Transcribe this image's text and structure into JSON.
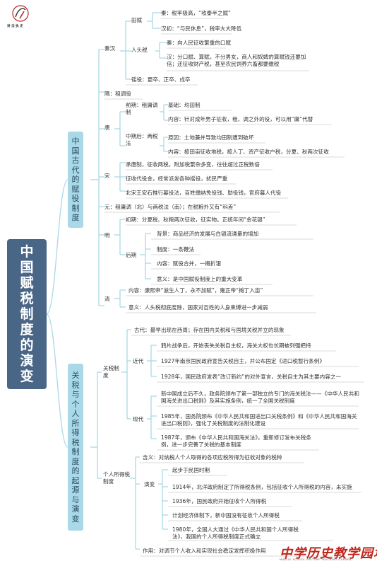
{
  "logo": {
    "caption": "讲 法 执 史"
  },
  "root": "中国赋税制度的演变",
  "branch1": "中国古代的赋役制度",
  "branch2": "关税与个人所得税制度的起源与演变",
  "qinhan": {
    "label": "秦汉",
    "tianfu": "田赋",
    "tianfu_qin": "秦：税率极高，“收泰半之赋”",
    "tianfu_han": "汉初：“与民休息”，税率大大降低",
    "rentou": "人头税",
    "rentou_qin": "秦：向人民征收繁重的口赋",
    "rentou_han": "汉：分口赋、算赋，不分男女，商人和奴婢的算赋钱还要加倍；还征收财产税，甚至农民饲养六畜都要缴税",
    "yaoyi": "徭役：更卒、正卒、戍卒"
  },
  "sui": "隋：租调役",
  "tang": {
    "label": "唐",
    "early": "前期：租庸调制",
    "early_basis": "基础：均田制",
    "early_content": "内容：针对成年男子征收，租、调之外的役，可以用“庸”代替",
    "late": "中期后：两税法",
    "late_reason": "原因：土地兼并导致均田制遭到破坏",
    "late_content": "内容：按田亩征收地税，按人丁、资产征收户税，分夏、秋两次征收"
  },
  "song": {
    "label": "宋",
    "item1": "承唐制，征收两税，附加税繁杂多变，往往超过正税数倍",
    "item2": "征收代役金，经常派发各种摇役，扰民严重",
    "item3": "北宋王安石推行募役法，百姓缴纳免役钱、助役钱，官府募人代役"
  },
  "yuan": "元：租庸调（北）与两税法（南）；在税粮外又有“科差”",
  "ming": {
    "label": "明",
    "early": "初期：分夏税、秋粮两次征收，征实物。正统年间“金花银”",
    "late": "后期",
    "bg": "背景：商品经济的发展与白银流通量的增加",
    "system": "制度：一条鞭法",
    "content": "内容：赋役合并，一概折银",
    "meaning": "意义：是中国赋役制度上的重大变革"
  },
  "qing": {
    "label": "清",
    "content": "内容：康熙帝“滋生人丁，永不加赋”，雍正帝“摊丁入亩”",
    "meaning": "意义：人头税彻底废除，国家对百姓的人身束缚进一步减弱"
  },
  "tariff": {
    "label": "关税制度",
    "ancient": "古代：最早出现在西周；存在国内关税和与国境关税并立的现象",
    "modern_label": "近代",
    "modern1": "鸦片战争后，开始丧失关税自主权，海关大权也长期被列强把持",
    "modern2": "1927年南京国民政府宣告关税自主，并公布国定《进口税暂行条例》",
    "modern3": "1928年，国民政府发表“改订新约”的对外宣言，关税自主为其主要内容之一",
    "current_label": "现代",
    "current1": "新中国成立后不久，政务院颁布了第一部独立的专门的海关税法——《中华人民共和国海关进出口税则》及其实施条例，统一了全国关税制度",
    "current2": "1985年，国务院颁布《中华人民共和国进出口关税条例》和《中华人民共和国海关进出口税则》，强化了关税制度的法制化建设",
    "current3": "1987年，颁布《中华人民共和国海关法》，重新修订发布关税条例，进一步完善了关税的基本制度"
  },
  "income": {
    "label": "个人所得税制度",
    "meaning": "含义：对纳税人个人取得的各项应税所得为征收对象的税种",
    "evo_label": "演变",
    "evo1": "起步于民国时期",
    "evo2": "1914年，北洋政府制定了所得税条例，包括征收个人所得税的内容，未实施",
    "evo3": "1936年，国民政府开始征收个人所得税",
    "evo4": "计划经济体制下，新中国没有征收个人所得税",
    "evo5": "1980年，全国人大通过《中华人民共和国个人所得税法》，我国的个人所得税制度正式确立",
    "role": "作用：对调节个人收入和实现社会稳定发挥积极作用"
  },
  "watermark": {
    "title": "中学历史教学园地",
    "subtitle": "MIDDLE SCHOOL HISTORY TEACHING GARDEN"
  },
  "colors": {
    "root": "#4a6687",
    "branch": "#a9d8e6",
    "line": "#a9d8e6",
    "watermark": "#c0251b"
  }
}
